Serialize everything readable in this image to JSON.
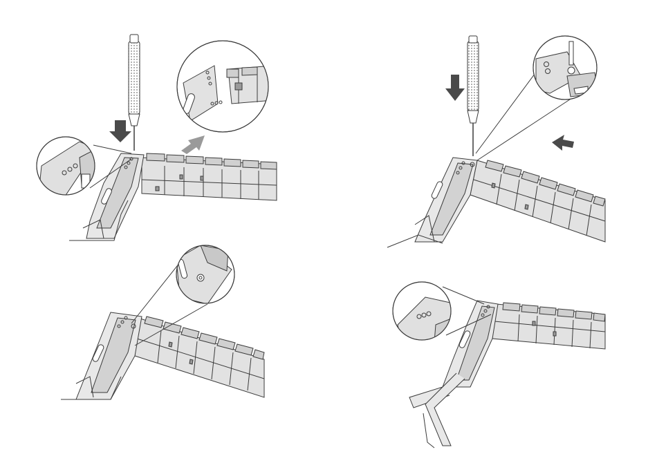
{
  "figure": {
    "panels": [
      {
        "id": "step-1",
        "description_icons": [
          "screwdriver-icon",
          "down-arrow-icon",
          "lift-arrow-icon",
          "magnifier-callout-top",
          "magnifier-callout-side"
        ]
      },
      {
        "id": "step-2",
        "description_icons": [
          "screwdriver-icon",
          "down-arrow-icon",
          "push-arrow-icon",
          "magnifier-callout"
        ]
      },
      {
        "id": "step-3",
        "description_icons": [
          "magnifier-callout"
        ]
      },
      {
        "id": "step-4",
        "description_icons": [
          "magnifier-callout",
          "open-clasp"
        ]
      }
    ],
    "colors": {
      "line": "#3a3a3a",
      "metal_fill": "#d9d9d9",
      "metal_shade": "#b8b8b8",
      "arrow_dark": "#4a4a4a",
      "arrow_light": "#9a9a9a",
      "background": "#ffffff"
    }
  }
}
